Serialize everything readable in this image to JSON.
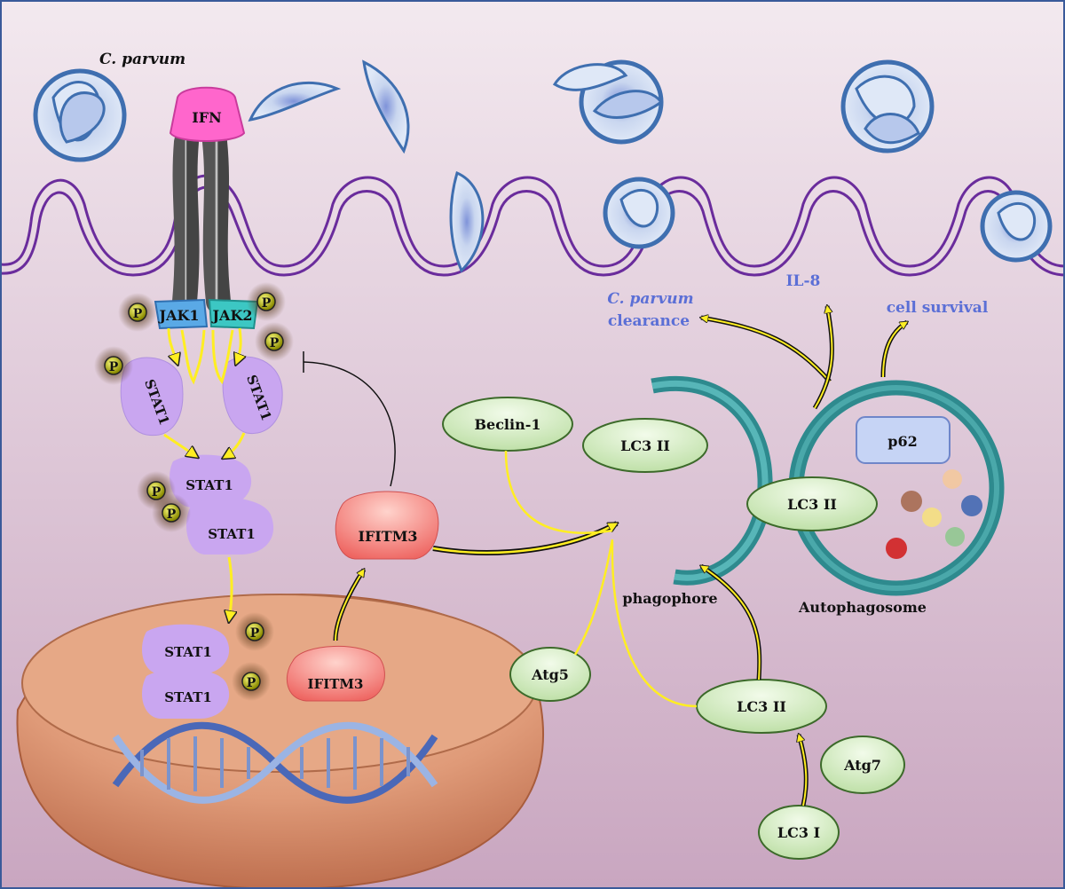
{
  "organism": "C. parvum",
  "ligand": "IFN",
  "kinases": [
    "JAK1",
    "JAK2"
  ],
  "phospho": "P",
  "stat": "STAT1",
  "ifitm3": "IFITM3",
  "autophagy_proteins": {
    "beclin": "Beclin-1",
    "lc3ii": "LC3 II",
    "lc3i": "LC3 I",
    "atg5": "Atg5",
    "atg7": "Atg7",
    "p62": "p62"
  },
  "structures": {
    "phagophore": "phagophore",
    "autophagosome": "Autophagosome"
  },
  "outcomes": {
    "clearance_species": "C. parvum",
    "clearance_word": "clearance",
    "il8": "IL-8",
    "survival": "cell survival"
  },
  "colors": {
    "membrane": "#6a2c9c",
    "stat": "#c9a6f0",
    "ifitm3": "#f07a78",
    "lc3": "#d4ecc2",
    "autophagosome_ring": "#2e8a8e",
    "arrow_yellow": "#ffee22",
    "outcome_text": "#5b6fd6",
    "ifn": "#ff66cc"
  }
}
